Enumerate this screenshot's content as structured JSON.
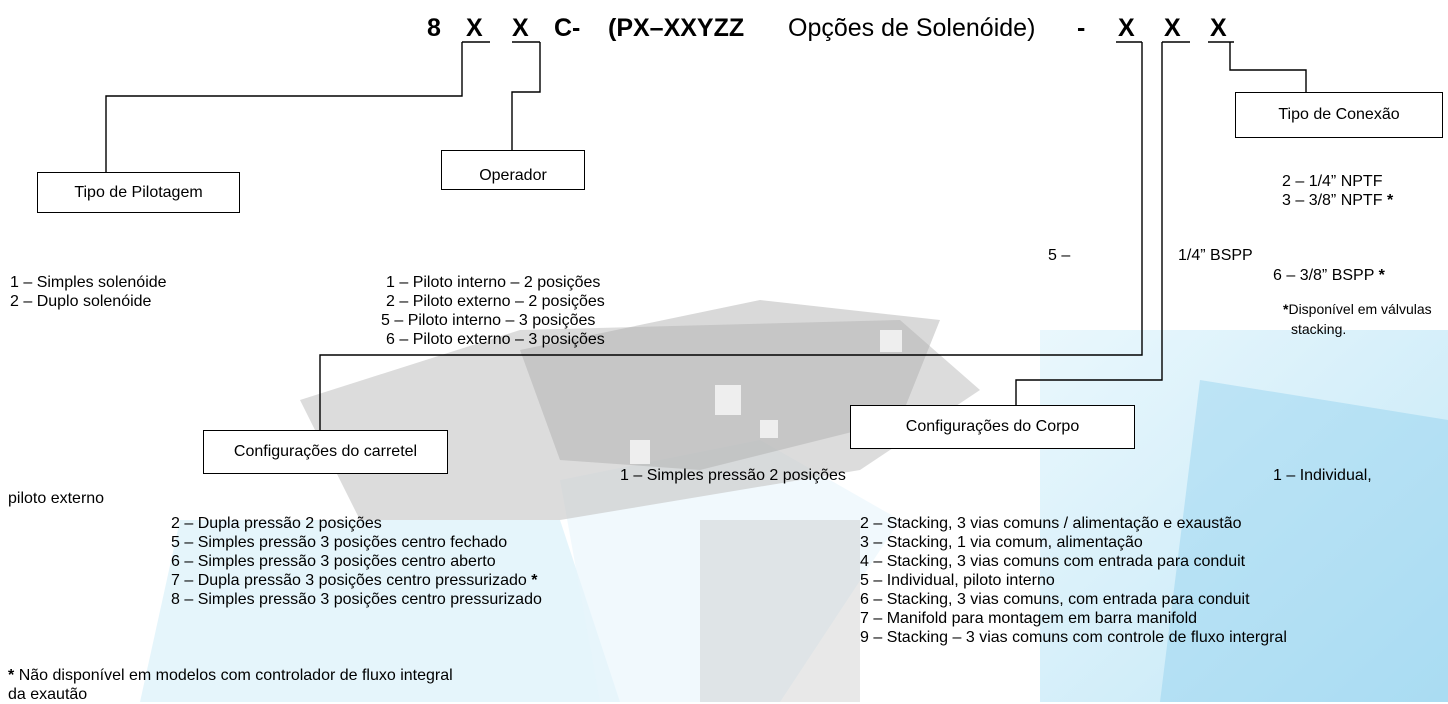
{
  "code": {
    "c8": "8",
    "x1": "X",
    "x2": "X",
    "c": "C-",
    "px": "(PX–XXYZZ",
    "middle": "Opções de Solenóide)",
    "dash": "-",
    "x3": "X",
    "x4": "X",
    "x5": "X"
  },
  "boxes": {
    "pilotagem": "Tipo de Pilotagem",
    "operador": "Operador",
    "conexao": "Tipo de Conexão",
    "carretel": "Configurações do carretel",
    "corpo": "Configurações do Corpo"
  },
  "pilotagem_items": [
    "1 – Simples solenóide",
    "2 – Duplo solenóide"
  ],
  "operador_items": [
    "1 – Piloto interno – 2 posições",
    "2 – Piloto externo – 2 posições",
    "5 – Piloto interno – 3 posições",
    "6 – Piloto externo – 3 posições"
  ],
  "conexao": {
    "items": [
      "2 – 1/4” NPTF",
      "3 – 3/8” NPTF",
      "6 – 3/8” BSPP"
    ],
    "star": "*",
    "bspp_5_prefix": "5 –",
    "bspp_5_value": "1/4” BSPP",
    "note_line1": "Disponível em válvulas",
    "note_line2": "stacking."
  },
  "carretel": {
    "first": "1 – Simples pressão 2 posições",
    "items": [
      "2 – Dupla pressão 2 posições",
      "5 – Simples pressão 3 posições centro fechado",
      "6 – Simples pressão 3 posições centro aberto",
      "7 – Dupla pressão 3 posições centro pressurizado",
      "8 – Simples pressão 3 posições centro pressurizado"
    ],
    "star": "*"
  },
  "corpo": {
    "first": "1 – Individual,",
    "first_cont": "piloto externo",
    "items": [
      "2 – Stacking, 3 vias comuns / alimentação e exaustão",
      "3 – Stacking, 1 via comum, alimentação",
      "4 – Stacking, 3 vias comuns com entrada para conduit",
      "5 – Individual, piloto interno",
      "6 – Stacking, 3 vias comuns, com entrada para conduit",
      "7 – Manifold para montagem em barra manifold",
      "9 – Stacking – 3 vias comuns com controle de fluxo intergral"
    ]
  },
  "footnote": {
    "star": "*",
    "line1": "Não disponível em modelos com controlador de fluxo integral",
    "line2": "da exautão"
  }
}
